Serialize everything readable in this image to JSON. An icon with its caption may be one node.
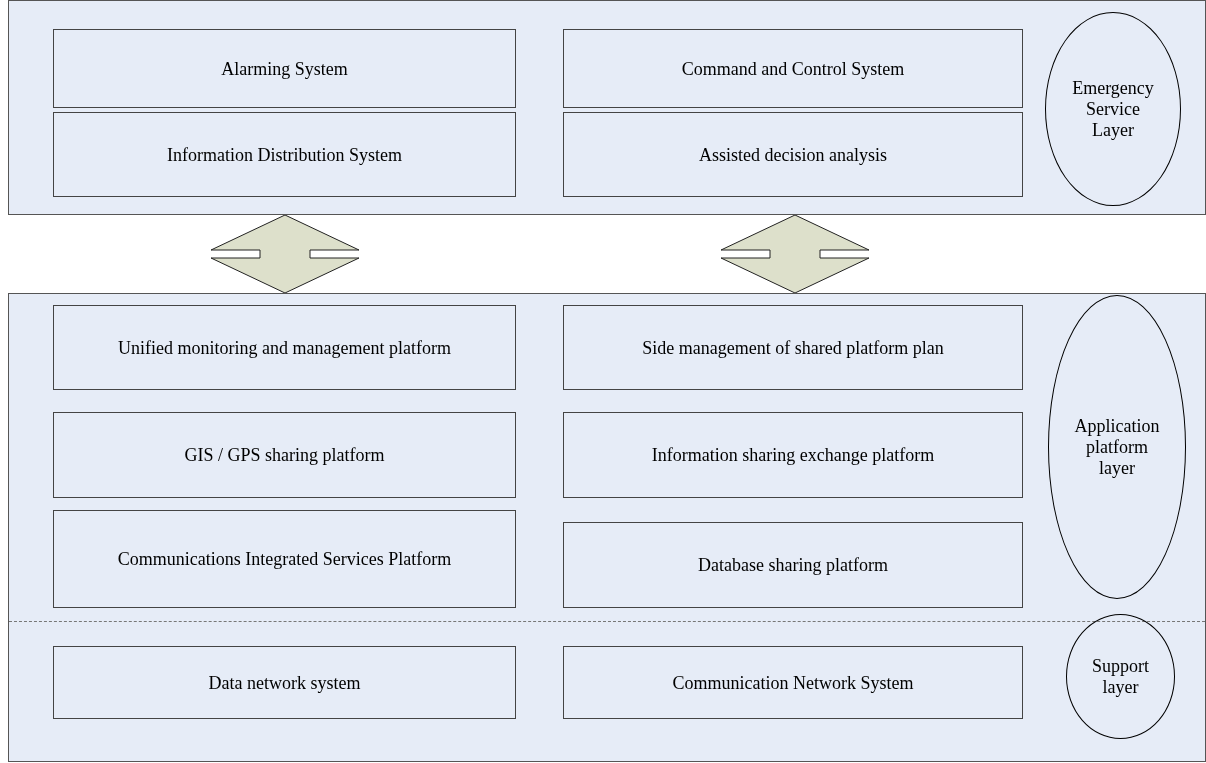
{
  "diagram": {
    "nodes": [
      {
        "text": [],
        "shape": "box"
      },
      {
        "text": [
          "Alarming System"
        ],
        "in": 0
      },
      {
        "text": [
          "Command and Control System"
        ],
        "in": 0
      },
      {
        "text": [
          "Information Distribution System"
        ],
        "in": 0
      },
      {
        "text": [
          "Assisted decision analysis"
        ],
        "in": 0
      },
      {
        "text": [
          "Emergency Service Layer"
        ],
        "in": 0
      },
      {
        "text": [],
        "shape": "box"
      },
      {
        "text": [
          "Unified monitoring and management platform"
        ],
        "in": 6
      },
      {
        "text": [
          "Side management of shared platform plan"
        ],
        "in": 6
      },
      {
        "text": [
          "GIS / GPS sharing platform"
        ],
        "in": 6
      },
      {
        "text": [
          "Information sharing exchange platform"
        ],
        "in": 6
      },
      {
        "text": [
          "Communications Integrated Services Platform"
        ],
        "in": 6
      },
      {
        "text": [
          "Database sharing platform"
        ],
        "in": 6
      },
      {
        "text": [
          "Application platform layer"
        ],
        "in": 6
      },
      {
        "text": [
          "Data network system"
        ],
        "in": 6
      },
      {
        "text": [
          "Communication Network System"
        ],
        "in": 6
      },
      {
        "text": [
          "Support layer"
        ],
        "in": 6
      }
    ],
    "edges": [
      {
        "from": 0,
        "to": 6,
        "arrow": "both"
      },
      {
        "from": 0,
        "to": 6,
        "arrow": "both"
      }
    ]
  }
}
